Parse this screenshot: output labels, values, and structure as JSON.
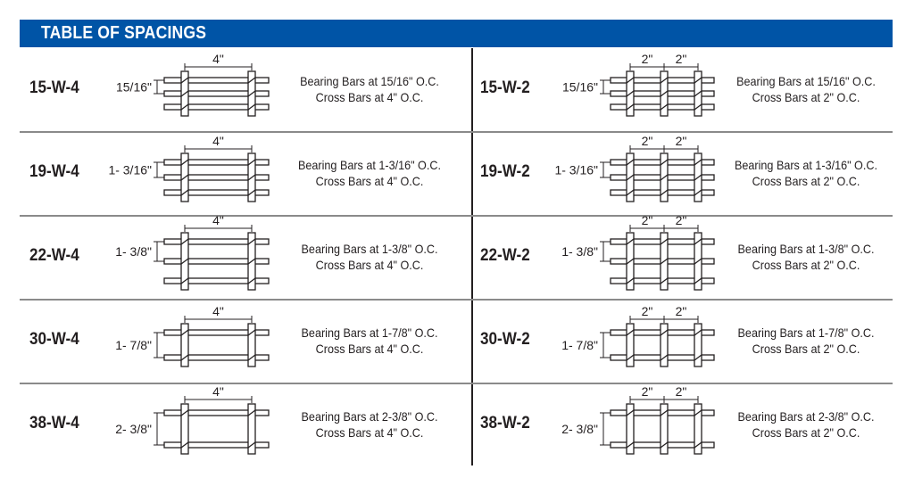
{
  "header": {
    "title": "TABLE OF SPACINGS"
  },
  "colors": {
    "header": "#0054a6"
  },
  "left": [
    {
      "code": "15-W-4",
      "spacing_label": "15/16\"",
      "cross_label": "4\"",
      "line1": "Bearing Bars at 15/16\" O.C.",
      "line2": "Cross Bars at 4\" O.C."
    },
    {
      "code": "19-W-4",
      "spacing_label": "1- 3/16\"",
      "cross_label": "4\"",
      "line1": "Bearing Bars at 1-3/16\" O.C.",
      "line2": "Cross Bars at 4\" O.C."
    },
    {
      "code": "22-W-4",
      "spacing_label": "1- 3/8\"",
      "cross_label": "4\"",
      "line1": "Bearing Bars at 1-3/8\" O.C.",
      "line2": "Cross Bars at 4\" O.C."
    },
    {
      "code": "30-W-4",
      "spacing_label": "1- 7/8\"",
      "cross_label": "4\"",
      "line1": "Bearing Bars at 1-7/8\" O.C.",
      "line2": "Cross Bars at 4\" O.C."
    },
    {
      "code": "38-W-4",
      "spacing_label": "2- 3/8\"",
      "cross_label": "4\"",
      "line1": "Bearing Bars at 2-3/8\" O.C.",
      "line2": "Cross Bars at 4\" O.C."
    }
  ],
  "right": [
    {
      "code": "15-W-2",
      "spacing_label": "15/16\"",
      "cross_label": "2\"",
      "line1": "Bearing Bars at 15/16\" O.C.",
      "line2": "Cross Bars at 2\" O.C."
    },
    {
      "code": "19-W-2",
      "spacing_label": "1- 3/16\"",
      "cross_label": "2\"",
      "line1": "Bearing Bars at 1-3/16\" O.C.",
      "line2": "Cross Bars at 2\" O.C."
    },
    {
      "code": "22-W-2",
      "spacing_label": "1- 3/8\"",
      "cross_label": "2\"",
      "line1": "Bearing Bars at 1-3/8\" O.C.",
      "line2": "Cross Bars at 2\" O.C."
    },
    {
      "code": "30-W-2",
      "spacing_label": "1- 7/8\"",
      "cross_label": "2\"",
      "line1": "Bearing Bars at 1-7/8\" O.C.",
      "line2": "Cross Bars at 2\" O.C."
    },
    {
      "code": "38-W-2",
      "spacing_label": "2- 3/8\"",
      "cross_label": "2\"",
      "line1": "Bearing Bars at 2-3/8\" O.C.",
      "line2": "Cross Bars at 2\" O.C."
    }
  ]
}
